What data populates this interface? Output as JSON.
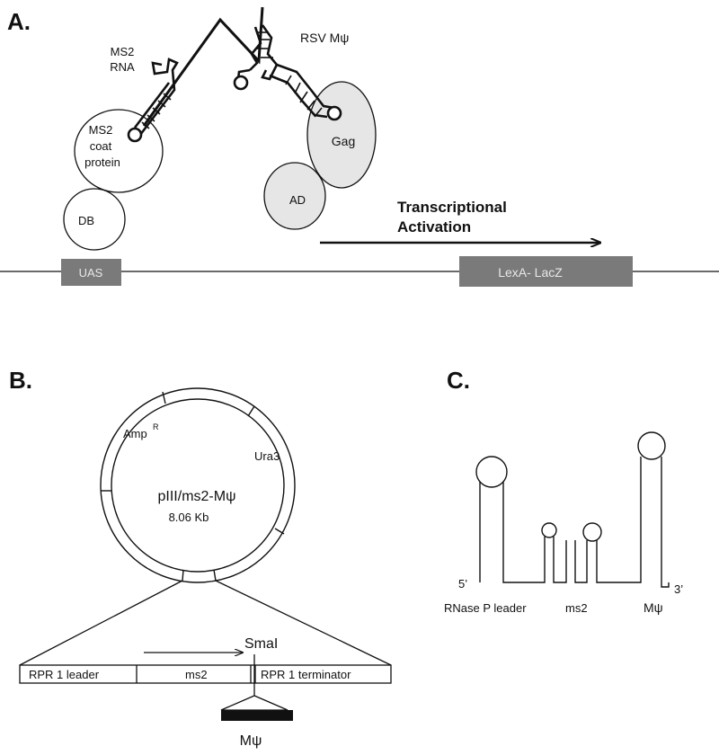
{
  "panels": {
    "a": "A.",
    "b": "B.",
    "c": "C."
  },
  "panel_a": {
    "ms2_rna": [
      "MS2",
      "RNA"
    ],
    "rsv_label": "RSV Mψ",
    "coat_protein": [
      "MS2",
      "coat",
      "protein"
    ],
    "gag": "Gag",
    "ad": "AD",
    "db": "DB",
    "activation": [
      "Transcriptional",
      "Activation"
    ],
    "uas": "UAS",
    "reporter": "LexA- LacZ"
  },
  "panel_b": {
    "amp": "Amp",
    "amp_sup": "R",
    "ura": "Ura3",
    "plasmid_name": "pIII/ms2-Mψ",
    "plasmid_size": "8.06 Kb",
    "smai": "SmaI",
    "seg_leader": "RPR 1 leader",
    "seg_ms2": "ms2",
    "seg_term": "RPR 1 terminator",
    "insert": "Mψ"
  },
  "panel_c": {
    "five_prime": "5’",
    "three_prime": "3’",
    "rnase": "RNase P leader",
    "ms2": "ms2",
    "mpsi": "Mψ"
  },
  "colors": {
    "light_fill": "#e6e6e6",
    "box_fill": "#7a7a7a",
    "ink": "#111111"
  }
}
